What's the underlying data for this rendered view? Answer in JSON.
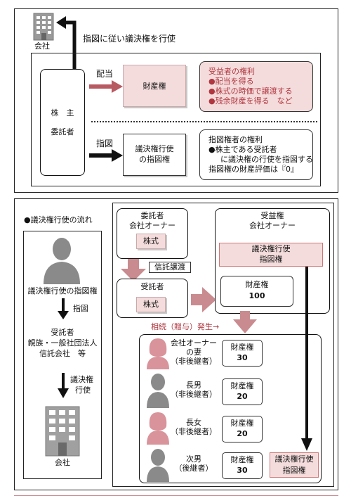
{
  "top": {
    "company_label": "会社",
    "instruct_label": "指図に従い議決権を行使",
    "settlor_line1": "株　主",
    "settlor_line2": "委託者",
    "dividend_label": "配当",
    "property_right": "財産権",
    "beneficiary_title": "受益者の権利",
    "beneficiary_items": [
      "●配当を得る",
      "●株式の時価で譲渡する",
      "●残余財産を得る　など"
    ],
    "instruction_label": "指図",
    "voting_right_line1": "議決権行使",
    "voting_right_line2": "の指図権",
    "holder_title": "指図権者の権利",
    "holder_lines": [
      "●株主である受託者",
      "に議決権の行使を指図する",
      "指図権の財産評価は『0』"
    ]
  },
  "bottom": {
    "flow_title": "●議決権行使の流れ",
    "voting_holder": "議決権行使の指図権",
    "instruction": "指図",
    "trustee_line1": "受託者",
    "trustee_line2": "親族・一般社団法人",
    "trustee_line3": "信託会社　等",
    "exercise_line1": "議決権",
    "exercise_line2": "行使",
    "company": "会社",
    "settlor_line1": "委託者",
    "settlor_line2": "会社オーナー",
    "stock1": "株式",
    "transfer": "信託譲渡",
    "trustee_box": "受託者",
    "stock2": "株式",
    "benef_line1": "受益権",
    "benef_line2": "会社オーナー",
    "voting_right_line1": "議決権行使",
    "voting_right_line2": "指図権",
    "property_label": "財産権",
    "property_value": "100",
    "inheritance": "相続（贈与）発生→",
    "heirs": [
      {
        "name1": "会社オーナー",
        "name2": "の妻",
        "name3": "（非後継者）",
        "right": "財産権",
        "value": "30"
      },
      {
        "name1": "長男",
        "name2": "（非後継者）",
        "name3": "",
        "right": "財産権",
        "value": "20"
      },
      {
        "name1": "長女",
        "name2": "（非後継者）",
        "name3": "",
        "right": "財産権",
        "value": "20"
      },
      {
        "name1": "次男",
        "name2": "（後継者）",
        "name3": "",
        "right": "財産権",
        "value": "30"
      }
    ],
    "heir_voting_line1": "議決権行使",
    "heir_voting_line2": "指図権"
  },
  "colors": {
    "pink_fill": "#f4dcdc",
    "pink_arrow": "#c98b8f",
    "pink_text": "#b0363f",
    "gray_person": "#8a8a8a",
    "pink_person": "#d9939a"
  }
}
